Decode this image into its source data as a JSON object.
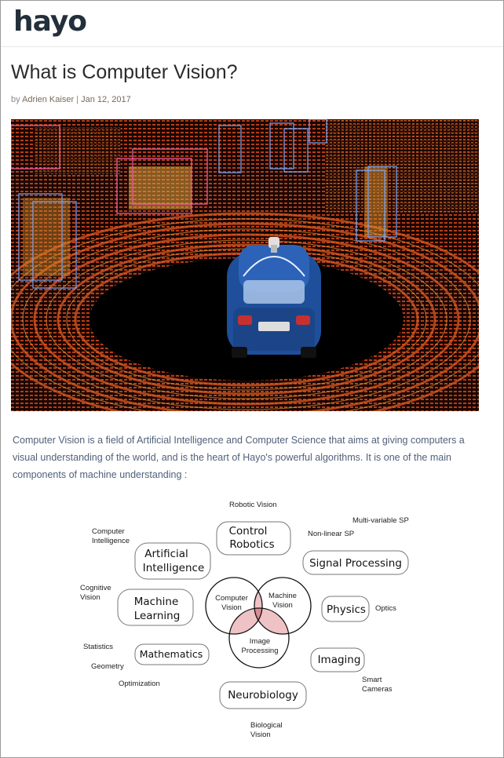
{
  "header": {
    "logo_text": "hayo"
  },
  "article": {
    "title": "What is Computer Vision?",
    "byline_prefix": "by ",
    "author": "Adrien Kaiser",
    "separator": " | ",
    "date": "Jan 12, 2017",
    "intro": "Computer Vision is a field of Artificial Intelligence and Computer Science that aims at giving computers a visual understanding of the world, and is the heart of Hayo's powerful algorithms. It is one of the main components of machine understanding :"
  },
  "diagram": {
    "center": {
      "computer_vision": [
        "Computer",
        "Vision"
      ],
      "machine_vision": [
        "Machine",
        "Vision"
      ],
      "image_processing": [
        "Image",
        "Processing"
      ]
    },
    "boxes": {
      "control_robotics": [
        "Control",
        "Robotics"
      ],
      "artificial_intelligence": [
        "Artificial",
        "Intelligence"
      ],
      "signal_processing": "Signal Processing",
      "machine_learning": [
        "Machine",
        "Learning"
      ],
      "physics": "Physics",
      "mathematics": "Mathematics",
      "imaging": "Imaging",
      "neurobiology": "Neurobiology"
    },
    "labels": {
      "robotic_vision": "Robotic Vision",
      "multi_variable_sp": "Multi-variable SP",
      "non_linear_sp": "Non-linear SP",
      "computer_intelligence": [
        "Computer",
        "Intelligence"
      ],
      "cognitive_vision": [
        "Cognitive",
        "Vision"
      ],
      "optics": "Optics",
      "statistics": "Statistics",
      "geometry": "Geometry",
      "optimization": "Optimization",
      "smart_cameras": [
        "Smart",
        "Cameras"
      ],
      "biological_vision": [
        "Biological",
        "Vision"
      ]
    },
    "colors": {
      "overlap": "#e8a8ad",
      "triple": "#d98c93"
    }
  }
}
